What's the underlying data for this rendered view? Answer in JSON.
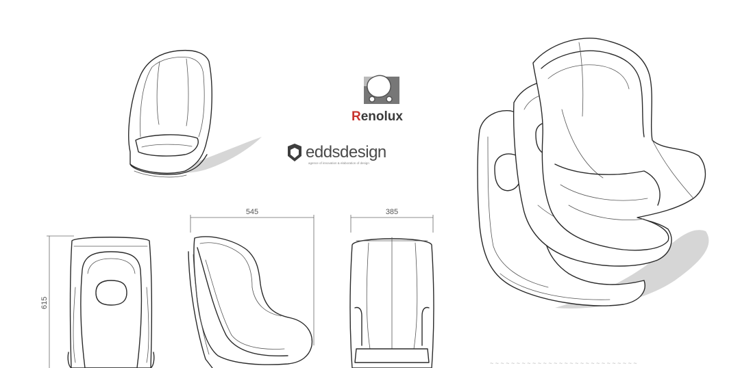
{
  "brands": {
    "renolux": "Renolux",
    "edds": "eddsdesign",
    "edds_tagline": "agence of innovation & elaboration of design"
  },
  "dimensions": {
    "width_side": "545",
    "width_back": "385",
    "height": "615"
  },
  "colors": {
    "line": "#2a2a2a",
    "shadow": "#d6d6d6",
    "renolux_accent": "#c8342e"
  }
}
